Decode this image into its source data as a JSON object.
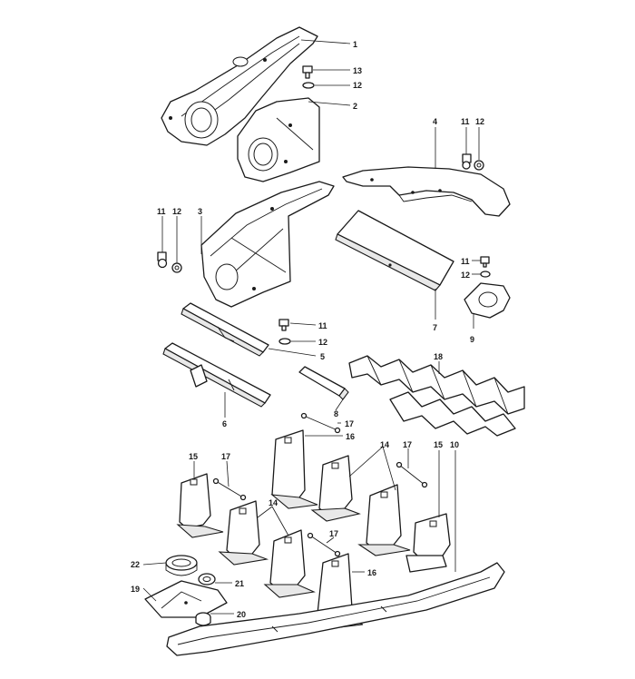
{
  "callouts": [
    {
      "key": "c1a",
      "text": "1"
    },
    {
      "key": "c13",
      "text": "13"
    },
    {
      "key": "c12a",
      "text": "12"
    },
    {
      "key": "c2",
      "text": "2"
    },
    {
      "key": "c4",
      "text": "4"
    },
    {
      "key": "c11a",
      "text": "11"
    },
    {
      "key": "c12b",
      "text": "12"
    },
    {
      "key": "c11b",
      "text": "11"
    },
    {
      "key": "c12c",
      "text": "12"
    },
    {
      "key": "c3",
      "text": "3"
    },
    {
      "key": "c11c",
      "text": "11"
    },
    {
      "key": "c12d",
      "text": "12"
    },
    {
      "key": "c9",
      "text": "9"
    },
    {
      "key": "c7",
      "text": "7"
    },
    {
      "key": "c11d",
      "text": "11"
    },
    {
      "key": "c12e",
      "text": "12"
    },
    {
      "key": "c5",
      "text": "5"
    },
    {
      "key": "c18",
      "text": "18"
    },
    {
      "key": "c6",
      "text": "6"
    },
    {
      "key": "c8",
      "text": "8"
    },
    {
      "key": "c17a",
      "text": "17"
    },
    {
      "key": "c16a",
      "text": "16"
    },
    {
      "key": "c15a",
      "text": "15"
    },
    {
      "key": "c17b",
      "text": "17"
    },
    {
      "key": "c14a",
      "text": "14"
    },
    {
      "key": "c17c",
      "text": "17"
    },
    {
      "key": "c15b",
      "text": "15"
    },
    {
      "key": "c10",
      "text": "10"
    },
    {
      "key": "c14b",
      "text": "14"
    },
    {
      "key": "c17d",
      "text": "17"
    },
    {
      "key": "c22",
      "text": "22"
    },
    {
      "key": "c16b",
      "text": "16"
    },
    {
      "key": "c21",
      "text": "21"
    },
    {
      "key": "c19",
      "text": "19"
    },
    {
      "key": "c20",
      "text": "20"
    }
  ]
}
